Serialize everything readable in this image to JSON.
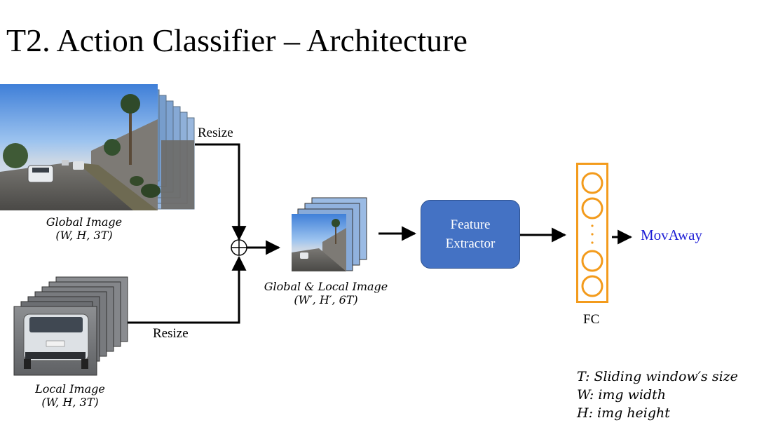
{
  "title": "T2. Action Classifier – Architecture",
  "global_image": {
    "label": "Global Image",
    "dims": "(W, H, 3T)"
  },
  "local_image": {
    "label": "Local Image",
    "dims": "(W, H, 3T)"
  },
  "resize_top": "Resize",
  "resize_bottom": "Resize",
  "combined_image": {
    "label": "Global & Local Image",
    "dims": "(W′, H′, 6T)"
  },
  "feature_extractor": {
    "line1": "Feature",
    "line2": "Extractor"
  },
  "fc_label": "FC",
  "output": {
    "label": "MovAway",
    "color": "#1f1fd6"
  },
  "fc_color": "#f39b1c",
  "box_color": "#4472c4",
  "legend": [
    {
      "sym": "T",
      "text": ": Sliding window′s size"
    },
    {
      "sym": "W",
      "text": ": img width"
    },
    {
      "sym": "H",
      "text": ": img height"
    }
  ]
}
